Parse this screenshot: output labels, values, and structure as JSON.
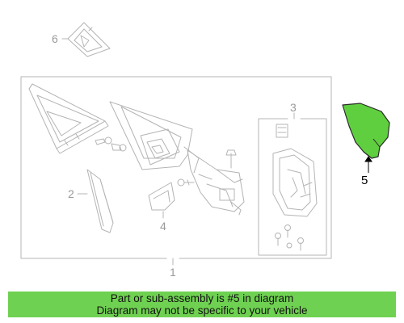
{
  "callouts": {
    "c1": "1",
    "c2": "2",
    "c3": "3",
    "c4": "4",
    "c5": "5",
    "c6": "6"
  },
  "highlight_color": "#5fcf3f",
  "banner": {
    "line1": "Part or sub-assembly is #5 in diagram",
    "line2": "Diagram may not be specific to your vehicle",
    "background": "#6fd151"
  }
}
